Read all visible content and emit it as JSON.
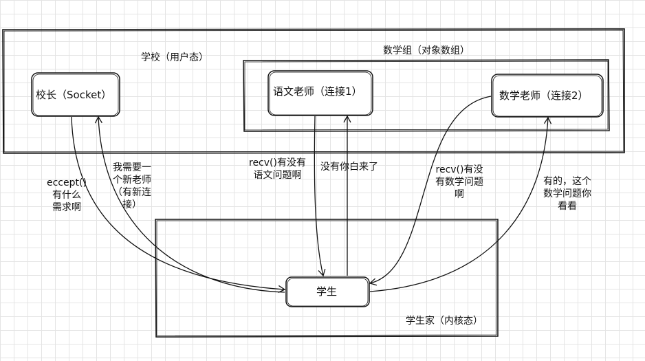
{
  "regions": {
    "school": "学校（用户态）",
    "math_group": "数学组（对象数组）",
    "student_home": "学生家（内核态）"
  },
  "nodes": {
    "principal": "校长（Socket）",
    "chinese_teacher": "语文老师（连接1）",
    "math_teacher": "数学老师（连接2）",
    "student": "学生"
  },
  "edges": {
    "accept_question": "eccept()\n有什么\n需求啊",
    "need_teacher": "我需要一\n个新老师\n（有新连\n接）",
    "recv_chinese": "recv()有没有\n语文问题啊",
    "no_question": "没有你白来了",
    "recv_math": "recv()有没\n有数学问题\n啊",
    "yes_math": "有的，这个\n数学问题你\n看看"
  }
}
